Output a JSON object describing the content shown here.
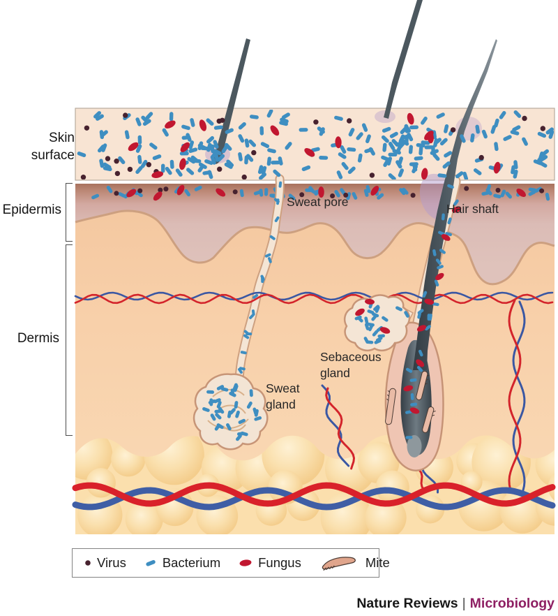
{
  "figure": {
    "layer_labels": {
      "skin_surface_line1": "Skin",
      "skin_surface_line2": "surface",
      "epidermis": "Epidermis",
      "dermis": "Dermis"
    },
    "annotations": {
      "sweat_pore": "Sweat pore",
      "hair_shaft": "Hair shaft",
      "sebaceous_line1": "Sebaceous",
      "sebaceous_line2": "gland",
      "sweat_gland_line1": "Sweat",
      "sweat_gland_line2": "gland"
    }
  },
  "legend": {
    "items": [
      {
        "label": "Virus"
      },
      {
        "label": "Bacterium"
      },
      {
        "label": "Fungus"
      },
      {
        "label": "Mite"
      }
    ]
  },
  "credit": {
    "publication": "Nature Reviews",
    "separator": "|",
    "journal": "Microbiology"
  },
  "colors": {
    "bacterium": "#3E8EC1",
    "virus": "#47222F",
    "fungus": "#C11730",
    "mite_body": "#E0A58C",
    "journal_accent": "#8E2063",
    "vessel_red": "#D3242B",
    "vessel_blue": "#3A57A3",
    "thick_red": "#D9212A",
    "thick_blue": "#3F5EA5",
    "fat_base": "#FBDFAD"
  }
}
